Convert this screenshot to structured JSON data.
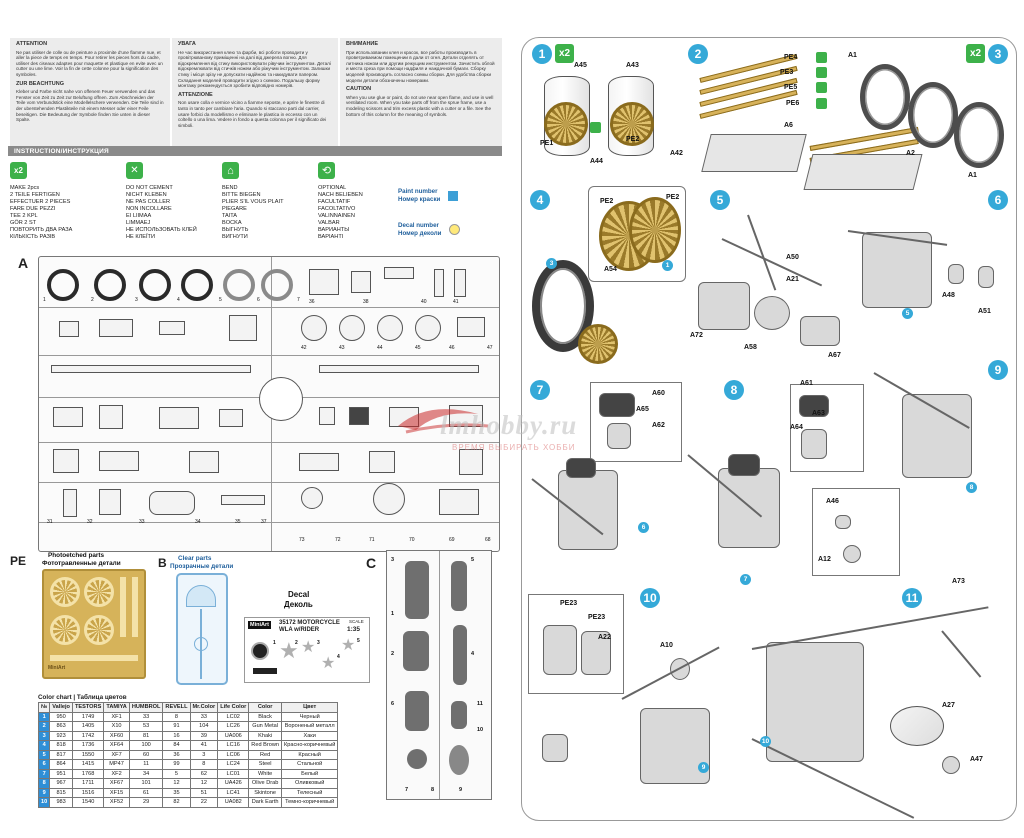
{
  "attention": {
    "col1": {
      "heading": "ATTENTION",
      "text": "Ne pas utiliser de colle ou de peinture a proximite d'une flamme nue, et aller la piece de temps en temps. Pour retirer les pieces hors du cadre, utiliser des ciseaux adaptes pour maquette et plastique en evite avec un cutter ou une lime. Voir la fin de cette colonne pour la signification des symboles.",
      "heading2": "ZUR BEACHTUNG",
      "text2": "Kleber und Farbe nicht nahe von offenem Feuer verwenden und das Fenster von Zeit zu Zeit zur Beluftung offnen. Zum Abschneiden der Teile vom Verbundstick eine Modellelschere verwenden. Die Teile sind in der uberstehenden Plastikteile mit einem Messer oder einer Feile beseitigen. Die Bedeutung der Symbole finden Sie unten in dieser Spalte."
    },
    "col2": {
      "heading": "УВАГА",
      "text": "Не час використання клею та фарби, всі роботи проводити у провітрюваному приміщенні на далі від джерела вогню. Для відокремлення від стику використовувати рівучим інструментом. Деталі відокремлювати від стичків ножем або ріжучим інструментом. Залишки стику і місця зрізу не допускати надійною та накидувати папером. Складання моделей проводити згідно з схемою. Подальшу форму монтажу рекомендується зробити відповідно номерів.",
      "heading2": "ATTENZIONE",
      "text2": "Non usare colla e vernice vicino a fiamme seposte, e aprire le finestre di tanto in tanto per cambiare l'aria. Quando si staccano parti dal carrier, usare forbici da modellismo e eliminare le plastica in eccesso con un coltello o una lima. Vedere in fondo a questa colonna per il significato dei simboli."
    },
    "col3": {
      "heading": "ВНИМАНИЕ",
      "text": "При использовании клея и красок, все работы производить в проветриваемом помещении в дали от огня. Детали отделять от литника ножом или другим режущим инструментом. Зачистить облой и места среза при помощи надфиля и наждачной бумаги. Сборку моделей производить согласно схемы сборки. Для удобства сборки модели детали обозначены номерами.",
      "heading2": "CAUTION",
      "text2": "When you use glue or paint, do not use near open flame, and use in well ventilated room. When you take parts off from the sprue frame, use a modeling scissors and trim excess plastic with a cutter or a file. See the bottom of this column for the meaning of symbols."
    }
  },
  "section_bar": "INSTRUCTION/ИНСТРУКЦИЯ",
  "legend": [
    {
      "icon": "make-two-icon",
      "glyph": "x2",
      "lines": [
        "MAKE 2pcs",
        "2 TEILE FERTIGEN",
        "EFFECTUER 2 PIECES",
        "FARE DUE PEZZI",
        "TEE 2 KPL",
        "GÖR 2 ST",
        "ПОВТОРИТЬ ДВА РАЗА",
        "КІЛЬКІСТЬ РАЗІВ"
      ]
    },
    {
      "icon": "do-not-cement-icon",
      "glyph": "✕",
      "lines": [
        "DO NOT CEMENT",
        "NICHT KLEBEN",
        "NE PAS COLLER",
        "NON INCOLLARE",
        "EI LIIMAA",
        "LIMMAEJ",
        "НЕ ИСПОЛЬЗОВАТЬ КЛЕЙ",
        "НЕ КЛЕЇТИ"
      ]
    },
    {
      "icon": "bend-icon",
      "glyph": "⌂",
      "lines": [
        "BEND",
        "BITTE BIEGEN",
        "PLIER S'IL VOUS PLAIT",
        "PIEGARE",
        "TAITA",
        "BOCKA",
        "ВЫГНУТЬ",
        "ВИГНУТИ"
      ]
    },
    {
      "icon": "optional-icon",
      "glyph": "⟲",
      "lines": [
        "OPTIONAL",
        "NACH BELIEBEN",
        "FACULTATIF",
        "FACOLTATIVO",
        "VALINNAINEN",
        "VALBAR",
        "ВАРИАНТЫ",
        "ВАРІАНТІ"
      ]
    }
  ],
  "paint_legend": {
    "line1": "Paint number",
    "line2": "Номер краски",
    "color": "#3d9fd6"
  },
  "decal_legend": {
    "line1": "Decal number",
    "line2": "Номер деколи",
    "color": "#ffe97a"
  },
  "sprues": {
    "a_letter": "A",
    "a_numbers": [
      "1",
      "2",
      "3",
      "4",
      "5",
      "6",
      "7",
      "36",
      "38",
      "40",
      "41",
      "42",
      "43",
      "44",
      "45",
      "46",
      "47",
      "31",
      "32",
      "33",
      "34",
      "35",
      "37",
      "73",
      "72",
      "71",
      "70",
      "69",
      "68"
    ],
    "pe_letter": "PE",
    "pe_title1": "Photoetched parts",
    "pe_title2": "Фототравленные детали",
    "b_letter": "B",
    "b_title1": "Clear parts",
    "b_title2": "Прозрачные детали",
    "c_letter": "C",
    "c_numbers": [
      "3",
      "5",
      "1",
      "2",
      "4",
      "6",
      "11",
      "10",
      "7",
      "8",
      "9"
    ],
    "decal_title1": "Decal",
    "decal_title2": "Деколь",
    "decal_brand": "MiniArt",
    "decal_code": "35172 MOTORCYCLE",
    "decal_name": "WLA w/RIDER",
    "decal_scale_label": "SCALE",
    "decal_scale": "1:35",
    "decal_numbers": [
      "1",
      "2",
      "3",
      "4",
      "5"
    ]
  },
  "color_chart": {
    "title": "Color chart | Таблица цветов",
    "headers": [
      "№",
      "Vallejo",
      "TESTORS",
      "TAMIYA",
      "HUMBROL",
      "REVELL",
      "Mr.Color",
      "Life Color",
      "Color",
      "Цвет"
    ],
    "rows": [
      [
        "1",
        "950",
        "1749",
        "XF1",
        "33",
        "8",
        "33",
        "LC02",
        "Black",
        "Черный"
      ],
      [
        "2",
        "863",
        "1405",
        "X10",
        "53",
        "91",
        "104",
        "LC26",
        "Gun Metal",
        "Вороненый металл"
      ],
      [
        "3",
        "923",
        "1742",
        "XF60",
        "81",
        "16",
        "39",
        "UA006",
        "Khaki",
        "Хаки"
      ],
      [
        "4",
        "818",
        "1736",
        "XF64",
        "100",
        "84",
        "41",
        "LC16",
        "Red Brown",
        "Красно-коричневый"
      ],
      [
        "5",
        "817",
        "1550",
        "XF7",
        "60",
        "36",
        "3",
        "LC06",
        "Red",
        "Красный"
      ],
      [
        "6",
        "864",
        "1415",
        "MP47",
        "11",
        "99",
        "8",
        "LC24",
        "Steel",
        "Стальной"
      ],
      [
        "7",
        "951",
        "1768",
        "XF2",
        "34",
        "5",
        "62",
        "LC01",
        "White",
        "Белый"
      ],
      [
        "8",
        "967",
        "1711",
        "XF67",
        "101",
        "12",
        "12",
        "UA426",
        "Olive Drab",
        "Оливковый"
      ],
      [
        "9",
        "815",
        "1516",
        "XF15",
        "61",
        "35",
        "51",
        "LC41",
        "Skintone",
        "Телесный"
      ],
      [
        "10",
        "983",
        "1540",
        "XF52",
        "29",
        "82",
        "22",
        "UA082",
        "Dark Earth",
        "Темно-коричневый"
      ]
    ]
  },
  "steps": {
    "s1": {
      "num": "1",
      "badge": "x2",
      "labels": [
        "A45",
        "A43",
        "PE1",
        "A44",
        "PE2",
        "A42"
      ]
    },
    "s2": {
      "num": "2",
      "labels": [
        "PE4",
        "PE3",
        "PE5",
        "PE6",
        "A6"
      ]
    },
    "s3": {
      "num": "3",
      "badge": "x2",
      "labels": [
        "A1",
        "A2",
        "A1"
      ]
    },
    "s4": {
      "num": "4",
      "labels": [
        "PE2",
        "PE2",
        "A54"
      ],
      "refs": [
        "3",
        "1"
      ]
    },
    "s5": {
      "num": "5",
      "labels": [
        "A50",
        "A21",
        "A72",
        "A58",
        "A67"
      ]
    },
    "s6": {
      "num": "6",
      "labels": [
        "A48",
        "A51"
      ],
      "refs": [
        "5"
      ]
    },
    "s7": {
      "num": "7",
      "labels": [
        "A60",
        "A65",
        "A62"
      ],
      "refs": [
        "6"
      ]
    },
    "s8": {
      "num": "8",
      "labels": [
        "A61",
        "A63",
        "A64"
      ],
      "refs": [
        "7"
      ]
    },
    "s9": {
      "num": "9",
      "labels": [
        "A46",
        "A12"
      ],
      "refs": [
        "8"
      ]
    },
    "s10": {
      "num": "10",
      "labels": [
        "PE23",
        "PE23",
        "A22",
        "A10"
      ],
      "refs": [
        "9"
      ]
    },
    "s11": {
      "num": "11",
      "labels": [
        "A73",
        "A27",
        "A47"
      ],
      "refs": [
        "10"
      ]
    }
  },
  "watermark": {
    "text": "lmhobby.ru",
    "sub": "ВРЕМЯ ВЫБИРАТЬ ХОББИ"
  }
}
